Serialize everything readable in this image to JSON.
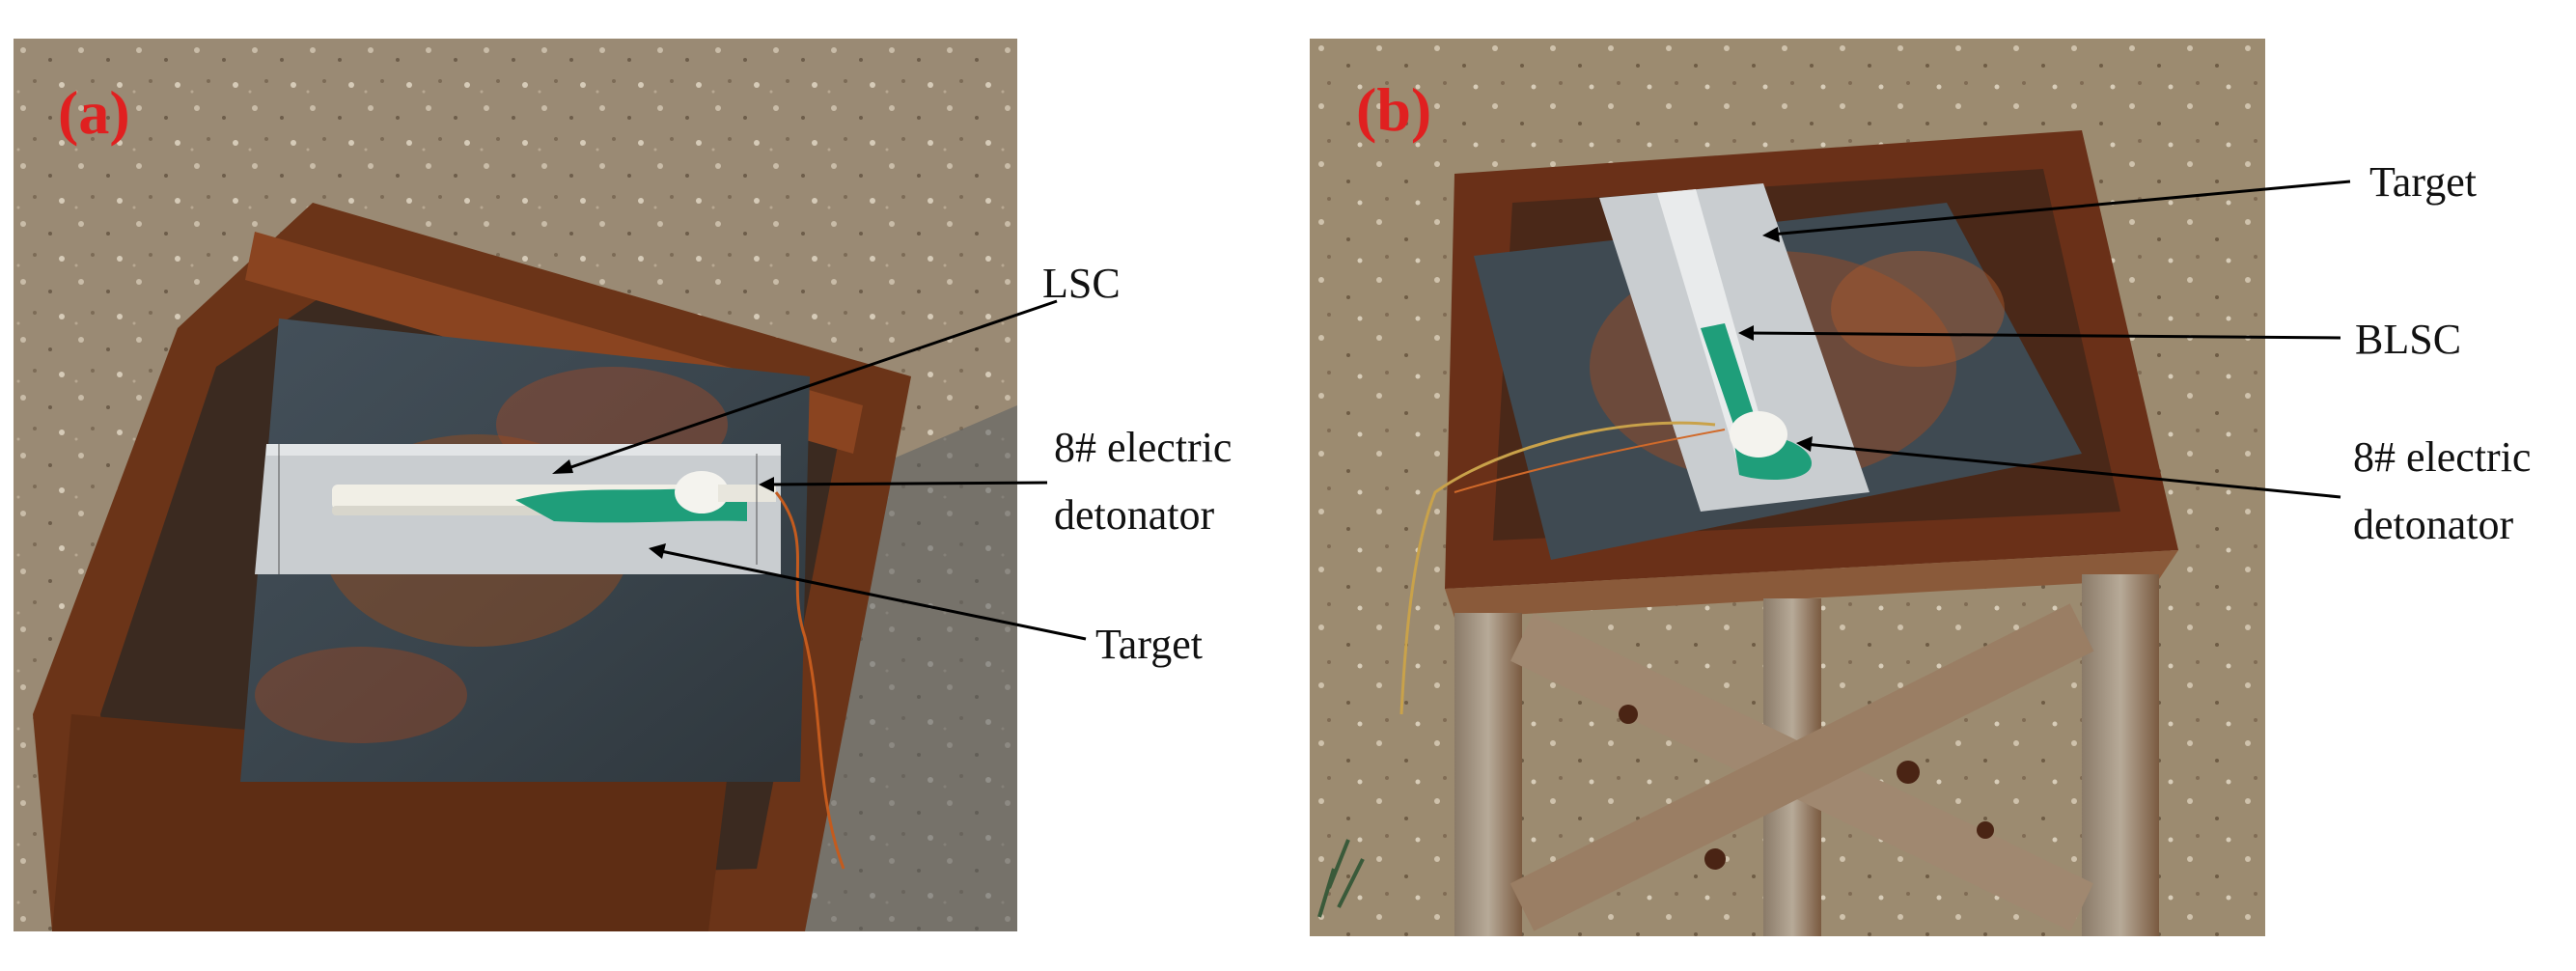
{
  "panels": {
    "a": {
      "label": "(a)",
      "callouts": {
        "lsc": "LSC",
        "detonator_line1": "8# electric",
        "detonator_line2": "detonator",
        "target": "Target"
      }
    },
    "b": {
      "label": "(b)",
      "callouts": {
        "target": "Target",
        "blsc": "BLSC",
        "detonator_line1": "8# electric",
        "detonator_line2": "detonator"
      }
    }
  },
  "colors": {
    "panel_label": "#e02020",
    "callout_text": "#111111",
    "leader_line": "#000000",
    "ground": "#9c8a72",
    "rust": "#7a3a1c",
    "plate": "#3e4a52",
    "aluminum_target": "#c9cdd0",
    "green_explosive": "#1f9e7a"
  }
}
